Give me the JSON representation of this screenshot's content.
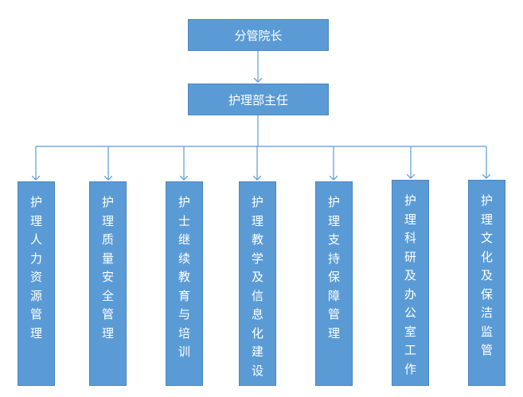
{
  "top": {
    "label": "分管院长"
  },
  "middle": {
    "label": "护理部主任"
  },
  "departments": [
    {
      "label": "护理人力资源管理"
    },
    {
      "label": "护理质量安全管理"
    },
    {
      "label": "护士继续教育与培训"
    },
    {
      "label": "护理教学及信息化建设"
    },
    {
      "label": "护理支持保障管理"
    },
    {
      "label": "护理科研及办公室工作"
    },
    {
      "label": "护理文化及保洁监管"
    }
  ],
  "colors": {
    "box": "#5b9bd5",
    "line": "#5b9bd5",
    "text": "#ffffff"
  }
}
